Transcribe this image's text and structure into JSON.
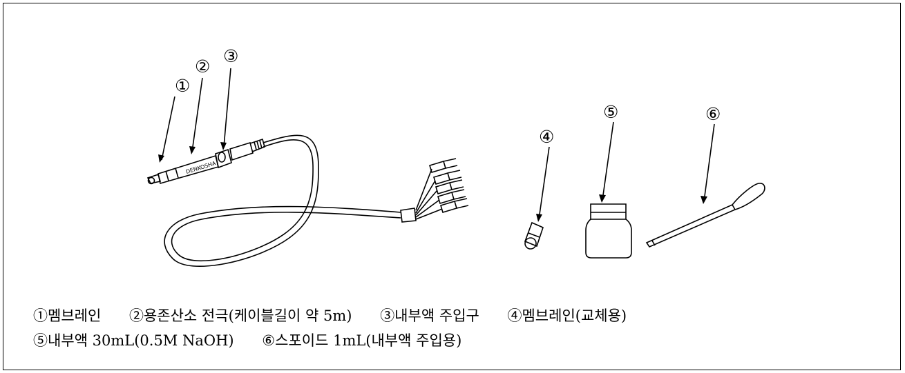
{
  "callouts": {
    "c1": "①",
    "c2": "②",
    "c3": "③",
    "c4": "④",
    "c5": "⑤",
    "c6": "⑥"
  },
  "probe_brand_text": "DENKOSHA",
  "caption": {
    "line1": [
      "①멤브레인",
      "②용존산소 전극(케이블길이 약 5m)",
      "③내부액 주입구",
      "④멤브레인(교체용)"
    ],
    "line2": [
      "⑤내부액 30mL(0.5M NaOH)",
      "⑥스포이드 1mL(내부액 주입용)"
    ]
  },
  "colors": {
    "line": "#000000",
    "background": "#ffffff"
  }
}
